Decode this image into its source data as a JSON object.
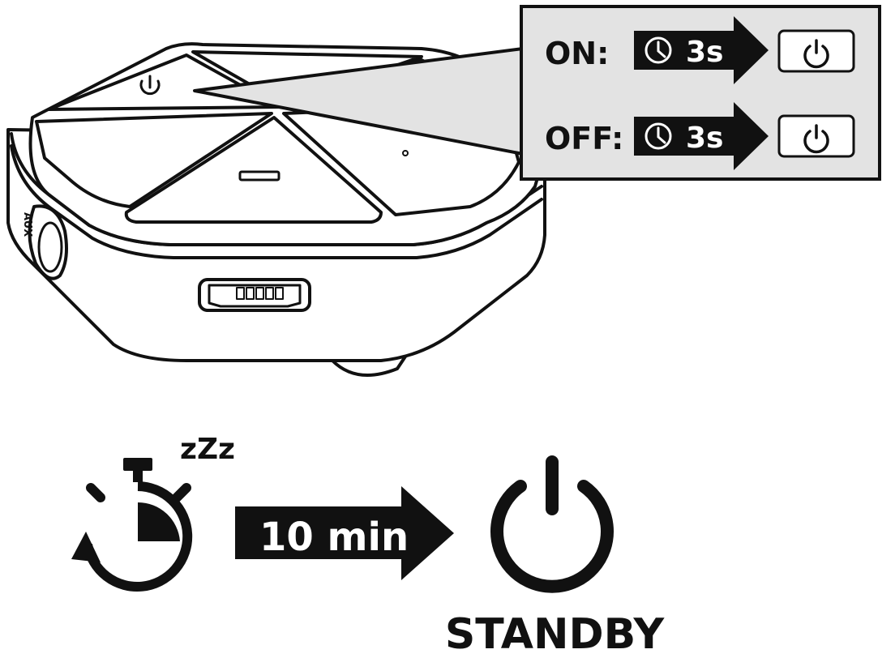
{
  "device": {
    "port_label": "AUX"
  },
  "callout": {
    "on_label": "ON:",
    "off_label": "OFF:",
    "on_duration": "3s",
    "off_duration": "3s"
  },
  "standby": {
    "sleep_text": "zZz",
    "timer_text": "10 min",
    "standby_label": "STANDBY"
  },
  "colors": {
    "ink": "#111111",
    "callout_fill": "#e3e3e3",
    "paper": "#ffffff"
  }
}
